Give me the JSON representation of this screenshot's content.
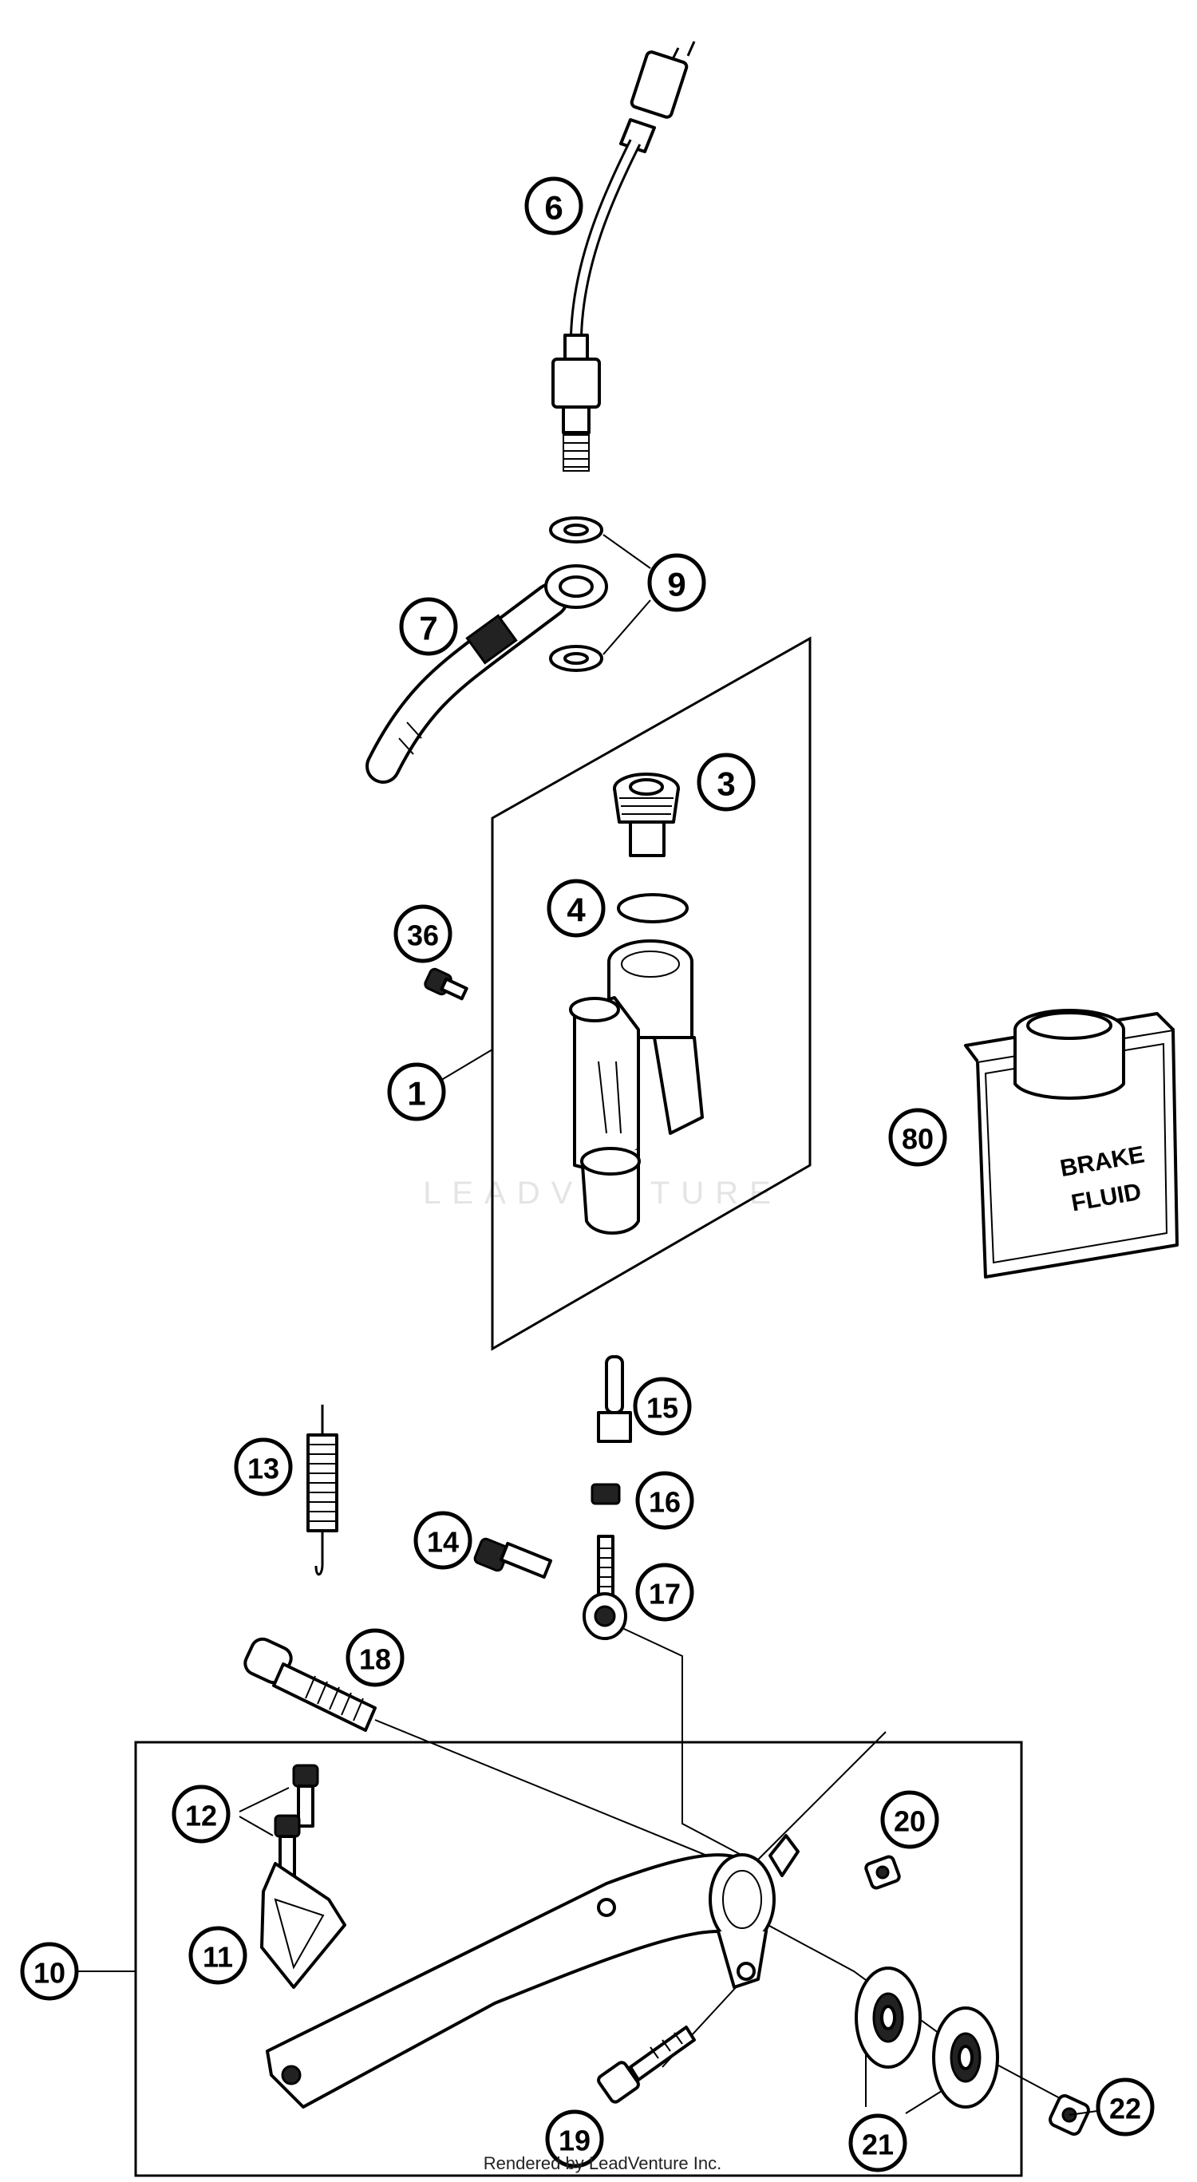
{
  "diagram": {
    "watermark": "LEADVENTURE",
    "credit": "Rendered by LeadVenture Inc.",
    "fluid_label_line1": "BRAKE",
    "fluid_label_line2": "FLUID"
  },
  "callouts": [
    {
      "id": "1",
      "label": "1"
    },
    {
      "id": "3",
      "label": "3"
    },
    {
      "id": "4",
      "label": "4"
    },
    {
      "id": "6",
      "label": "6"
    },
    {
      "id": "7",
      "label": "7"
    },
    {
      "id": "9",
      "label": "9"
    },
    {
      "id": "10",
      "label": "10"
    },
    {
      "id": "11",
      "label": "11"
    },
    {
      "id": "12",
      "label": "12"
    },
    {
      "id": "13",
      "label": "13"
    },
    {
      "id": "14",
      "label": "14"
    },
    {
      "id": "15",
      "label": "15"
    },
    {
      "id": "16",
      "label": "16"
    },
    {
      "id": "17",
      "label": "17"
    },
    {
      "id": "18",
      "label": "18"
    },
    {
      "id": "19",
      "label": "19"
    },
    {
      "id": "20",
      "label": "20"
    },
    {
      "id": "21",
      "label": "21"
    },
    {
      "id": "22",
      "label": "22"
    },
    {
      "id": "36",
      "label": "36"
    },
    {
      "id": "80",
      "label": "80"
    }
  ]
}
